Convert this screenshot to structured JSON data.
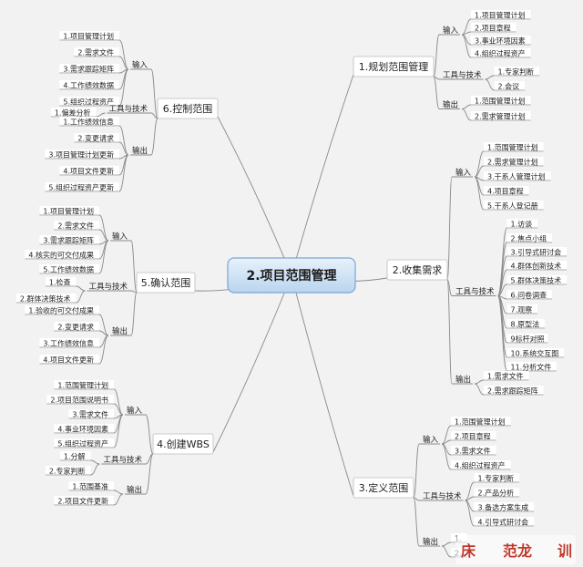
{
  "central": "2.项目范围管理",
  "watermark": "床",
  "watermark2": "范龙",
  "watermark3": "训",
  "branches": [
    {
      "id": "planning",
      "title": "1.规划范围管理",
      "groups": [
        {
          "label": "输入",
          "items": [
            "1.项目管理计划",
            "2.项目章程",
            "3.事业环境因素",
            "4.组织过程资产"
          ]
        },
        {
          "label": "工具与技术",
          "items": [
            "1.专家判断",
            "2.会议"
          ]
        },
        {
          "label": "输出",
          "items": [
            "1.范围管理计划",
            "2.需求管理计划"
          ]
        }
      ]
    },
    {
      "id": "collect",
      "title": "2.收集需求",
      "groups": [
        {
          "label": "输入",
          "items": [
            "1.范围管理计划",
            "2.需求管理计划",
            "3.干系人管理计划",
            "4.项目章程",
            "5.干系人登记册"
          ]
        },
        {
          "label": "工具与技术",
          "items": [
            "1.访谈",
            "2.焦点小组",
            "3.引导式研讨会",
            "4.群体创新技术",
            "5.群体决策技术",
            "6.问卷调查",
            "7.观察",
            "8.原型法",
            "9标杆对照",
            "10.系统交互图",
            "11.分析文件"
          ]
        },
        {
          "label": "输出",
          "items": [
            "1.需求文件",
            "2.需求跟踪矩阵"
          ]
        }
      ]
    },
    {
      "id": "define",
      "title": "3.定义范围",
      "groups": [
        {
          "label": "输入",
          "items": [
            "1.范围管理计划",
            "2.项目章程",
            "3.需求文件",
            "4.组织过程资产"
          ]
        },
        {
          "label": "工具与技术",
          "items": [
            "1.专家判断",
            "2.产品分析",
            "3.备选方案生成",
            "4.引导式研讨会"
          ]
        },
        {
          "label": "输出",
          "items": [
            "1.",
            "2."
          ]
        }
      ]
    },
    {
      "id": "wbs",
      "title": "4.创建WBS",
      "groups": [
        {
          "label": "输入",
          "items": [
            "1.范围管理计划",
            "2.项目范围说明书",
            "3.需求文件",
            "4.事业环境因素",
            "5.组织过程资产"
          ]
        },
        {
          "label": "工具与技术",
          "items": [
            "1.分解",
            "2.专家判断"
          ]
        },
        {
          "label": "输出",
          "items": [
            "1.范围基准",
            "2.项目文件更新"
          ]
        }
      ]
    },
    {
      "id": "validate",
      "title": "5.确认范围",
      "groups": [
        {
          "label": "输入",
          "items": [
            "1.项目管理计划",
            "2.需求文件",
            "3.需求跟踪矩阵",
            "4.核实的可交付成果",
            "5.工作绩效数据"
          ]
        },
        {
          "label": "工具与技术",
          "items": [
            "1.检查",
            "2.群体决策技术"
          ]
        },
        {
          "label": "输出",
          "items": [
            "1.验收的可交付成果",
            "2.变更请求",
            "3.工作绩效信息",
            "4.项目文件更新"
          ]
        }
      ]
    },
    {
      "id": "control",
      "title": "6.控制范围",
      "groups": [
        {
          "label": "输入",
          "items": [
            "1.项目管理计划",
            "2.需求文件",
            "3.需求跟踪矩阵",
            "4.工作绩效数据",
            "5.组织过程资产"
          ]
        },
        {
          "label": "工具与技术",
          "items": [
            "1.偏差分析"
          ]
        },
        {
          "label": "输出",
          "items": [
            "1.工作绩效信息",
            "2.变更请求",
            "3.项目管理计划更新",
            "4.项目文件更新",
            "5.组织过程资产更新"
          ]
        }
      ]
    }
  ]
}
